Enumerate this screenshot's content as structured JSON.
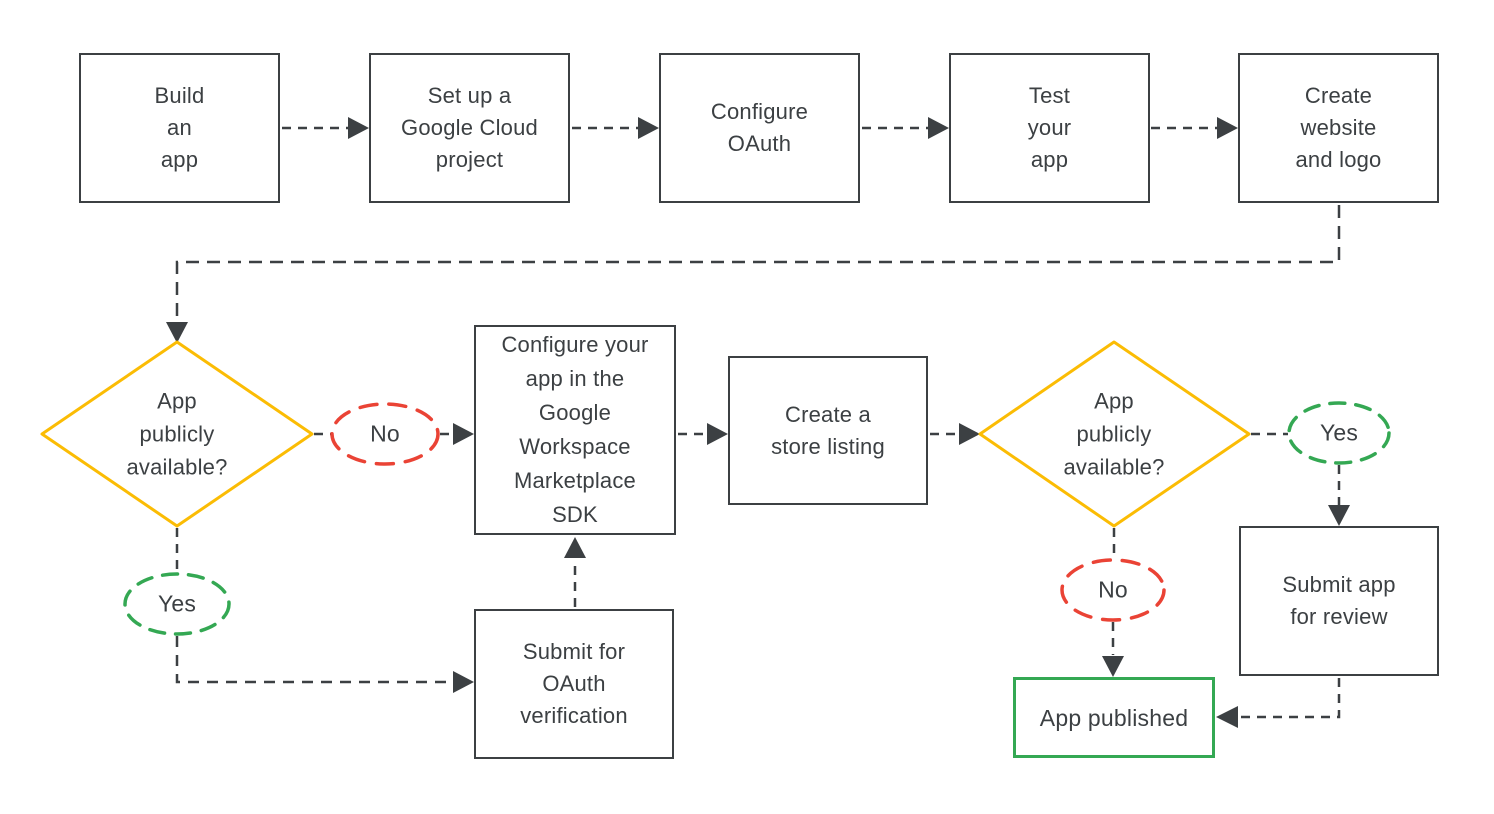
{
  "title": "Google Workspace Marketplace app publishing flowchart",
  "colors": {
    "line": "#3C4043",
    "text": "#3C4043",
    "decision_outline": "#FBBC04",
    "no_outline": "#EA4335",
    "yes_outline": "#34A853",
    "published_outline": "#34A853",
    "background": "#FFFFFF"
  },
  "nodes": {
    "build_app": "Build\nan\napp",
    "setup_project": "Set up a\nGoogle Cloud\nproject",
    "configure_oauth": "Configure\nOAuth",
    "test_app": "Test\nyour\napp",
    "create_website": "Create\nwebsite\nand logo",
    "decision1": "App\npublicly\navailable?",
    "configure_sdk": "Configure your\napp in the\nGoogle\nWorkspace\nMarketplace\nSDK",
    "store_listing": "Create a\nstore listing",
    "decision2": "App\npublicly\navailable?",
    "submit_oauth": "Submit for\nOAuth\nverification",
    "submit_review": "Submit app\nfor review",
    "app_published": "App published"
  },
  "edge_labels": {
    "no1": "No",
    "yes1": "Yes",
    "yes2": "Yes",
    "no2": "No"
  }
}
